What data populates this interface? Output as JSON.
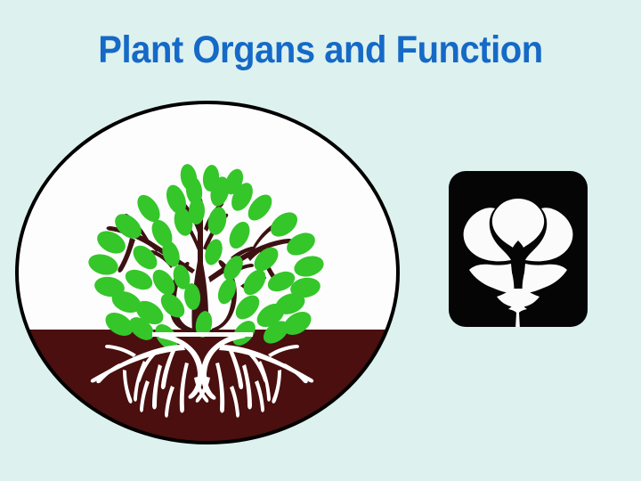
{
  "slide": {
    "title": "Plant Organs and Function",
    "background_color": "#ddf1ef",
    "title_color": "#1569c7"
  },
  "figures": {
    "tree": {
      "name": "tree-with-roots-illustration",
      "description": "Circular illustration split horizontally: white sky half above with a leafy tree, dark maroon soil half below with a white root system",
      "colors": {
        "sky": "#fdfdfd",
        "soil": "#4a0f0e",
        "outline": "#000000",
        "trunk": "#3d1112",
        "leaf": "#35c62a",
        "root": "#ffffff"
      },
      "parts": [
        "leaves",
        "branches",
        "trunk",
        "soil-line",
        "roots"
      ]
    },
    "flower": {
      "name": "flower-icon",
      "description": "Black rounded square badge containing a white five-petal flower silhouette with a tapering stem",
      "colors": {
        "badge": "#050505",
        "petal": "#fbfbfb"
      },
      "petal_count": 5
    }
  }
}
